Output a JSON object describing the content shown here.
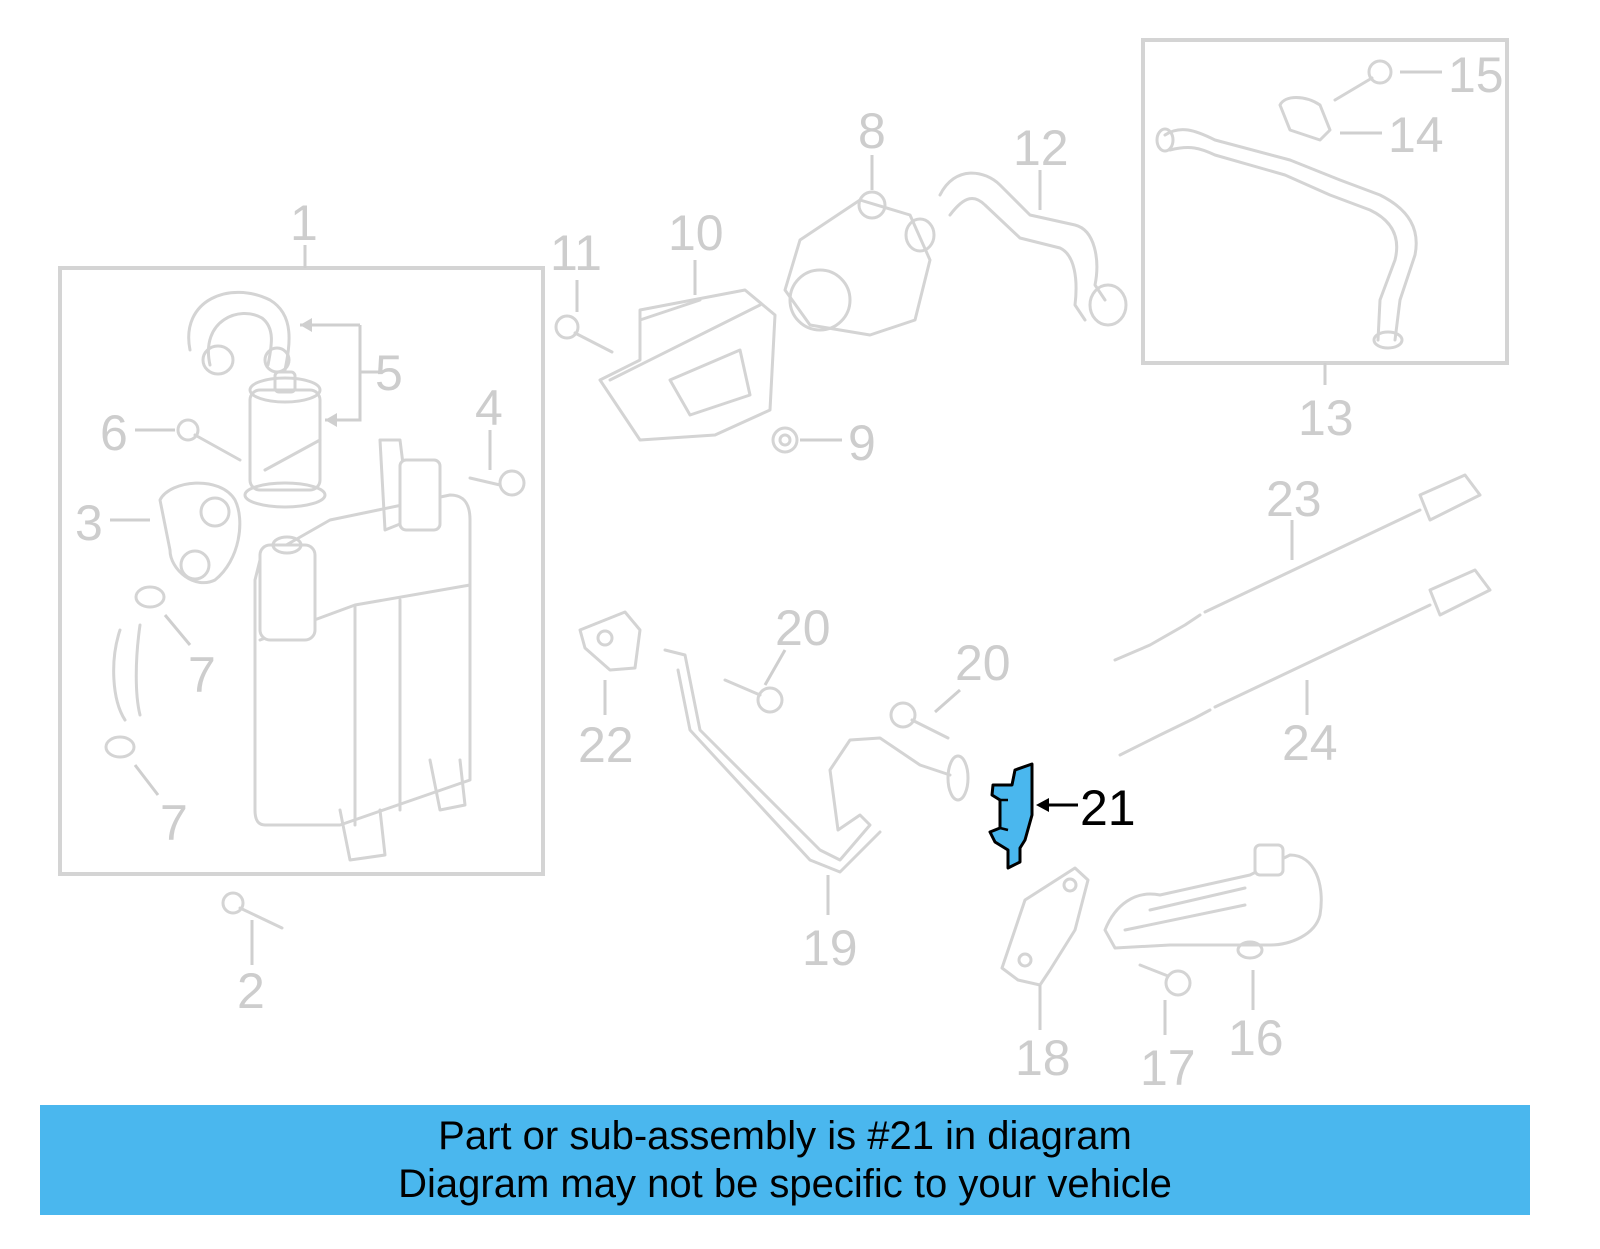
{
  "callouts": {
    "c1": "1",
    "c2": "2",
    "c3": "3",
    "c4": "4",
    "c5": "5",
    "c6": "6",
    "c7a": "7",
    "c7b": "7",
    "c8": "8",
    "c9": "9",
    "c10": "10",
    "c11": "11",
    "c12": "12",
    "c13": "13",
    "c14": "14",
    "c15": "15",
    "c16": "16",
    "c17": "17",
    "c18": "18",
    "c19": "19",
    "c20a": "20",
    "c20b": "20",
    "c21": "21",
    "c22": "22",
    "c23": "23",
    "c24": "24"
  },
  "highlighted_part": "21",
  "colors": {
    "highlight": "#4ab7ee",
    "part_line": "#d4d4d4",
    "label_faded": "#cdcdcd",
    "label_active": "#000000"
  },
  "banner": {
    "line1": "Part or sub-assembly is #21 in diagram",
    "line2": "Diagram may not be specific to your vehicle"
  }
}
